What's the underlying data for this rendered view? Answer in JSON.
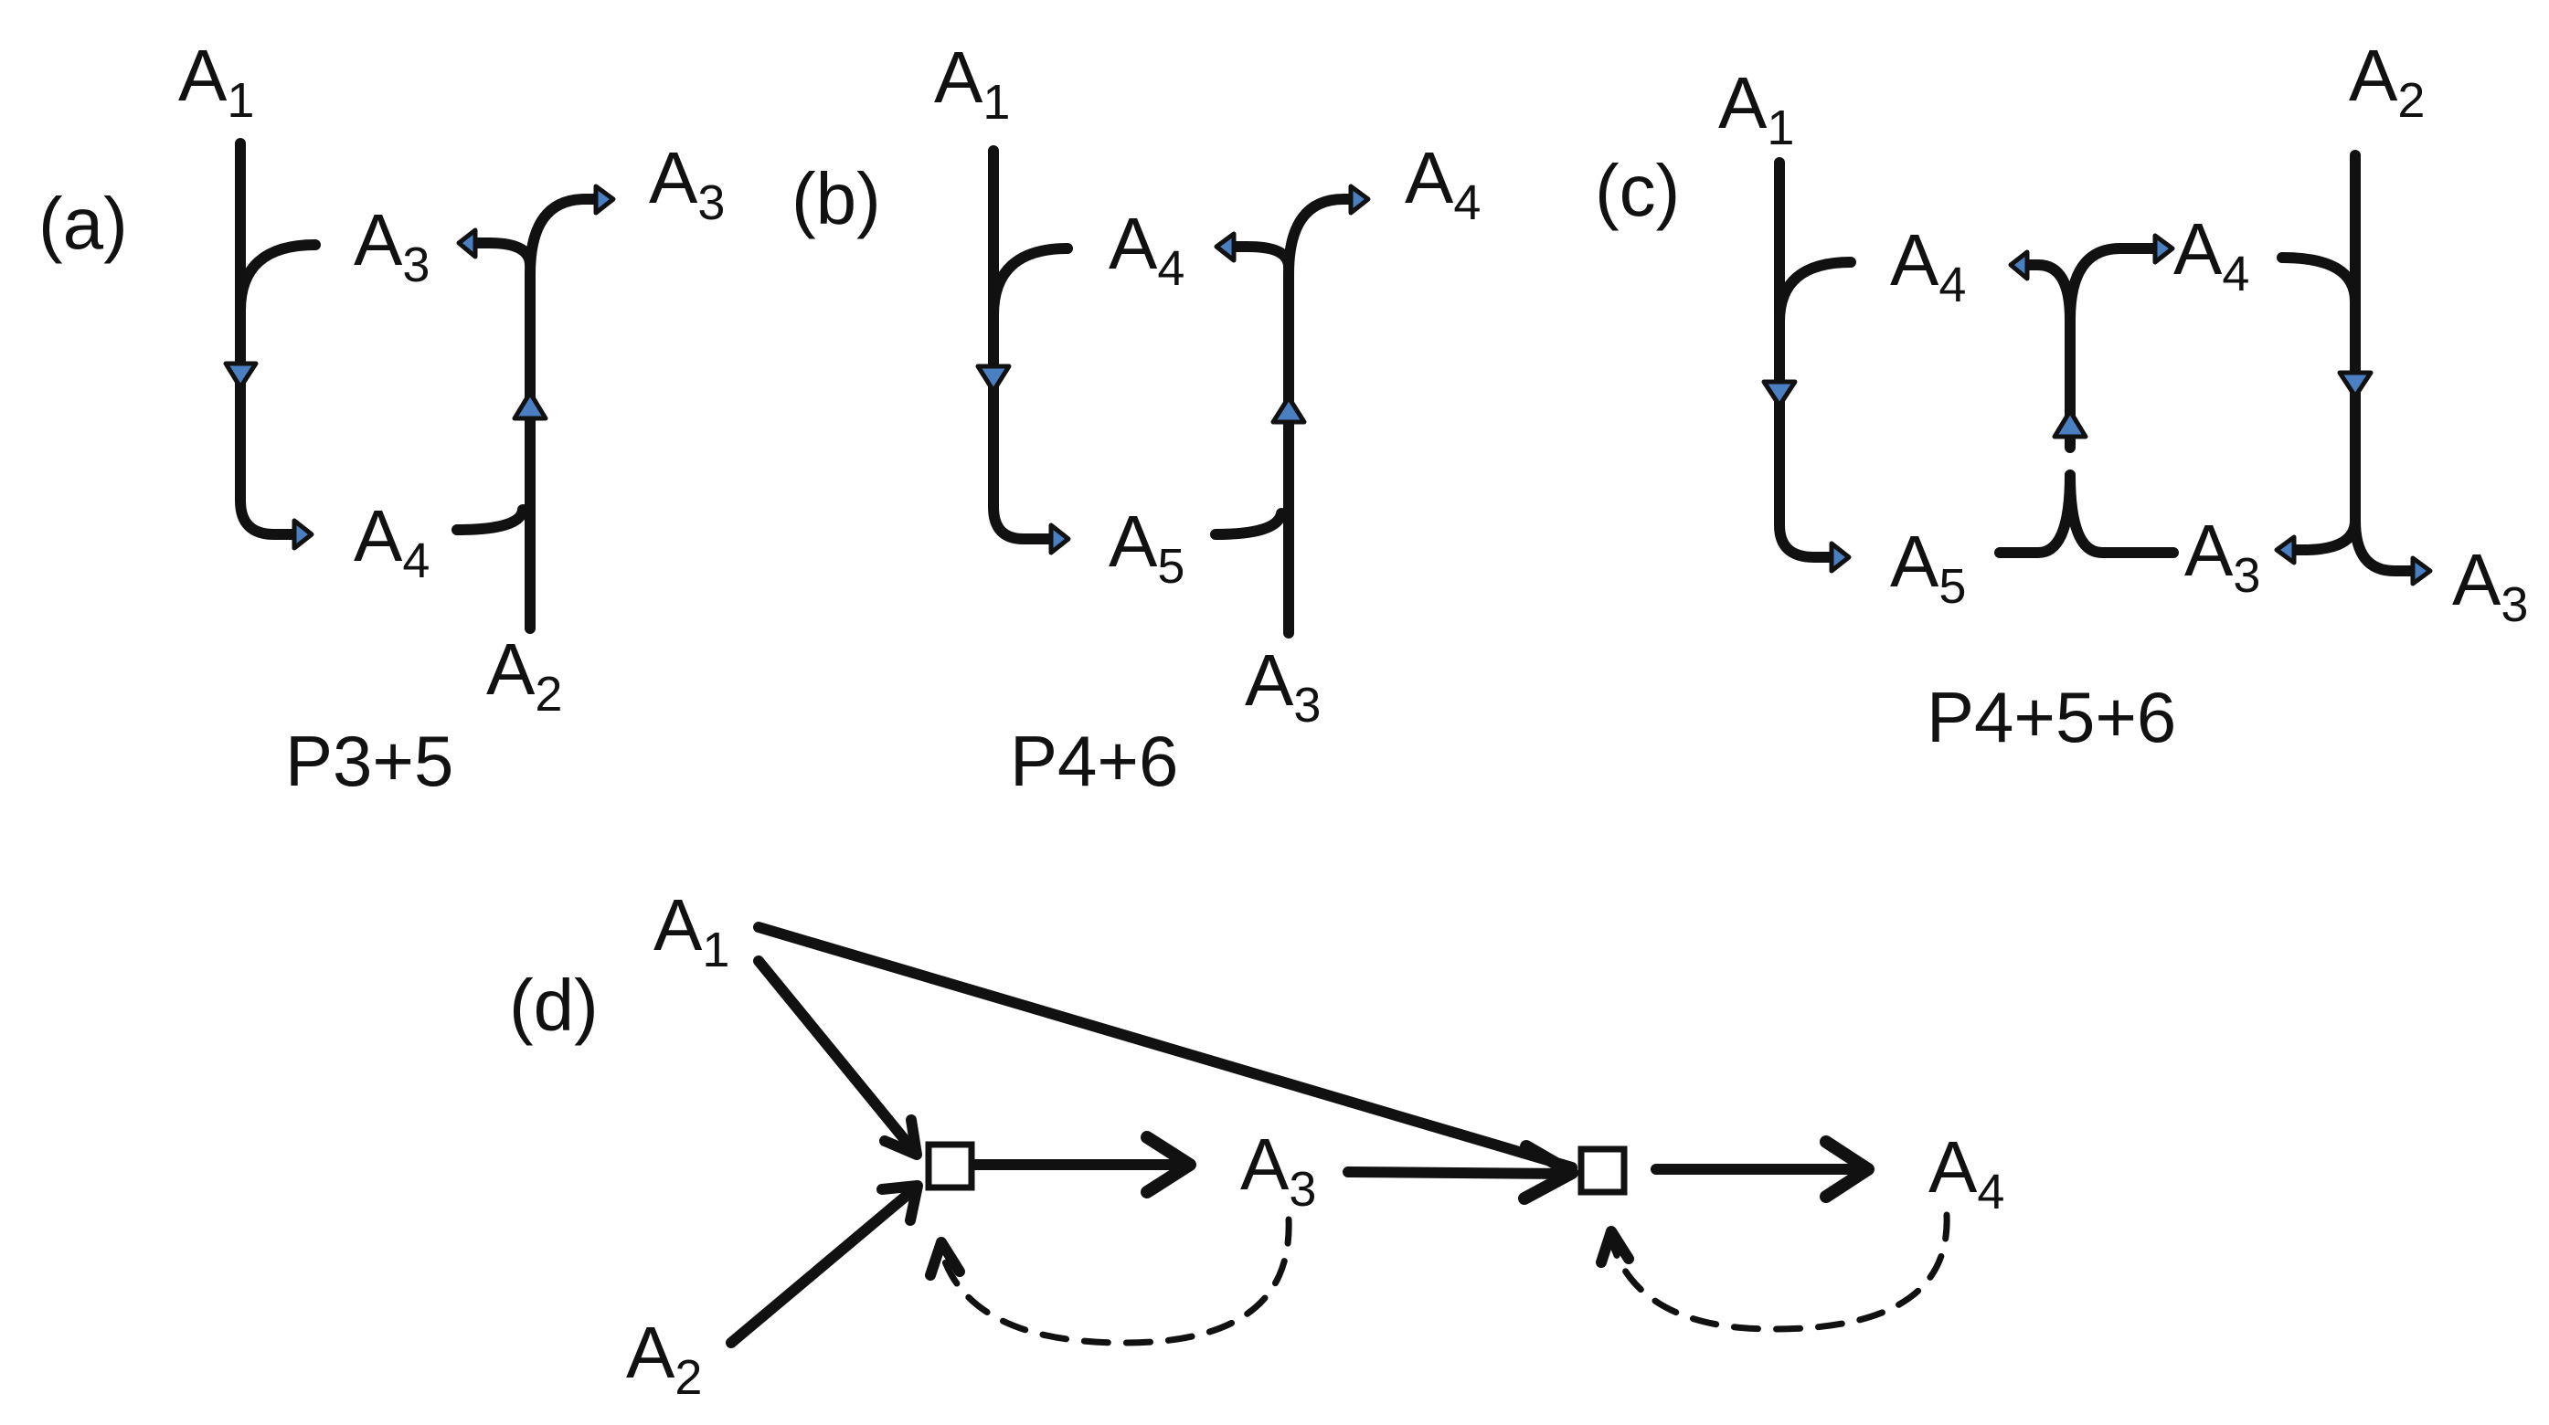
{
  "panels": {
    "a": {
      "tag": "(a)",
      "caption": "P3+5",
      "labels": {
        "top_left": {
          "A": "A",
          "n": "1"
        },
        "out_upper": {
          "A": "A",
          "n": "3"
        },
        "mid_upper": {
          "A": "A",
          "n": "3"
        },
        "mid_lower": {
          "A": "A",
          "n": "4"
        },
        "bottom": {
          "A": "A",
          "n": "2"
        }
      }
    },
    "b": {
      "tag": "(b)",
      "caption": "P4+6",
      "labels": {
        "top_left": {
          "A": "A",
          "n": "1"
        },
        "out_upper": {
          "A": "A",
          "n": "4"
        },
        "mid_upper": {
          "A": "A",
          "n": "4"
        },
        "mid_lower": {
          "A": "A",
          "n": "5"
        },
        "bottom": {
          "A": "A",
          "n": "3"
        }
      }
    },
    "c": {
      "tag": "(c)",
      "caption": "P4+5+6",
      "labels": {
        "top_left": {
          "A": "A",
          "n": "1"
        },
        "top_right": {
          "A": "A",
          "n": "2"
        },
        "mid_upper": {
          "A": "A",
          "n": "4"
        },
        "mid_lower": {
          "A": "A",
          "n": "5"
        },
        "right_upper": {
          "A": "A",
          "n": "4"
        },
        "right_lower": {
          "A": "A",
          "n": "3"
        },
        "far_right": {
          "A": "A",
          "n": "3"
        }
      }
    },
    "d": {
      "tag": "(d)",
      "labels": {
        "a1": {
          "A": "A",
          "n": "1"
        },
        "a2": {
          "A": "A",
          "n": "2"
        },
        "a3": {
          "A": "A",
          "n": "3"
        },
        "a4": {
          "A": "A",
          "n": "4"
        }
      }
    }
  },
  "colors": {
    "stroke": "#111111",
    "arrow_fill": "#4a7fc1",
    "background": "#ffffff"
  }
}
